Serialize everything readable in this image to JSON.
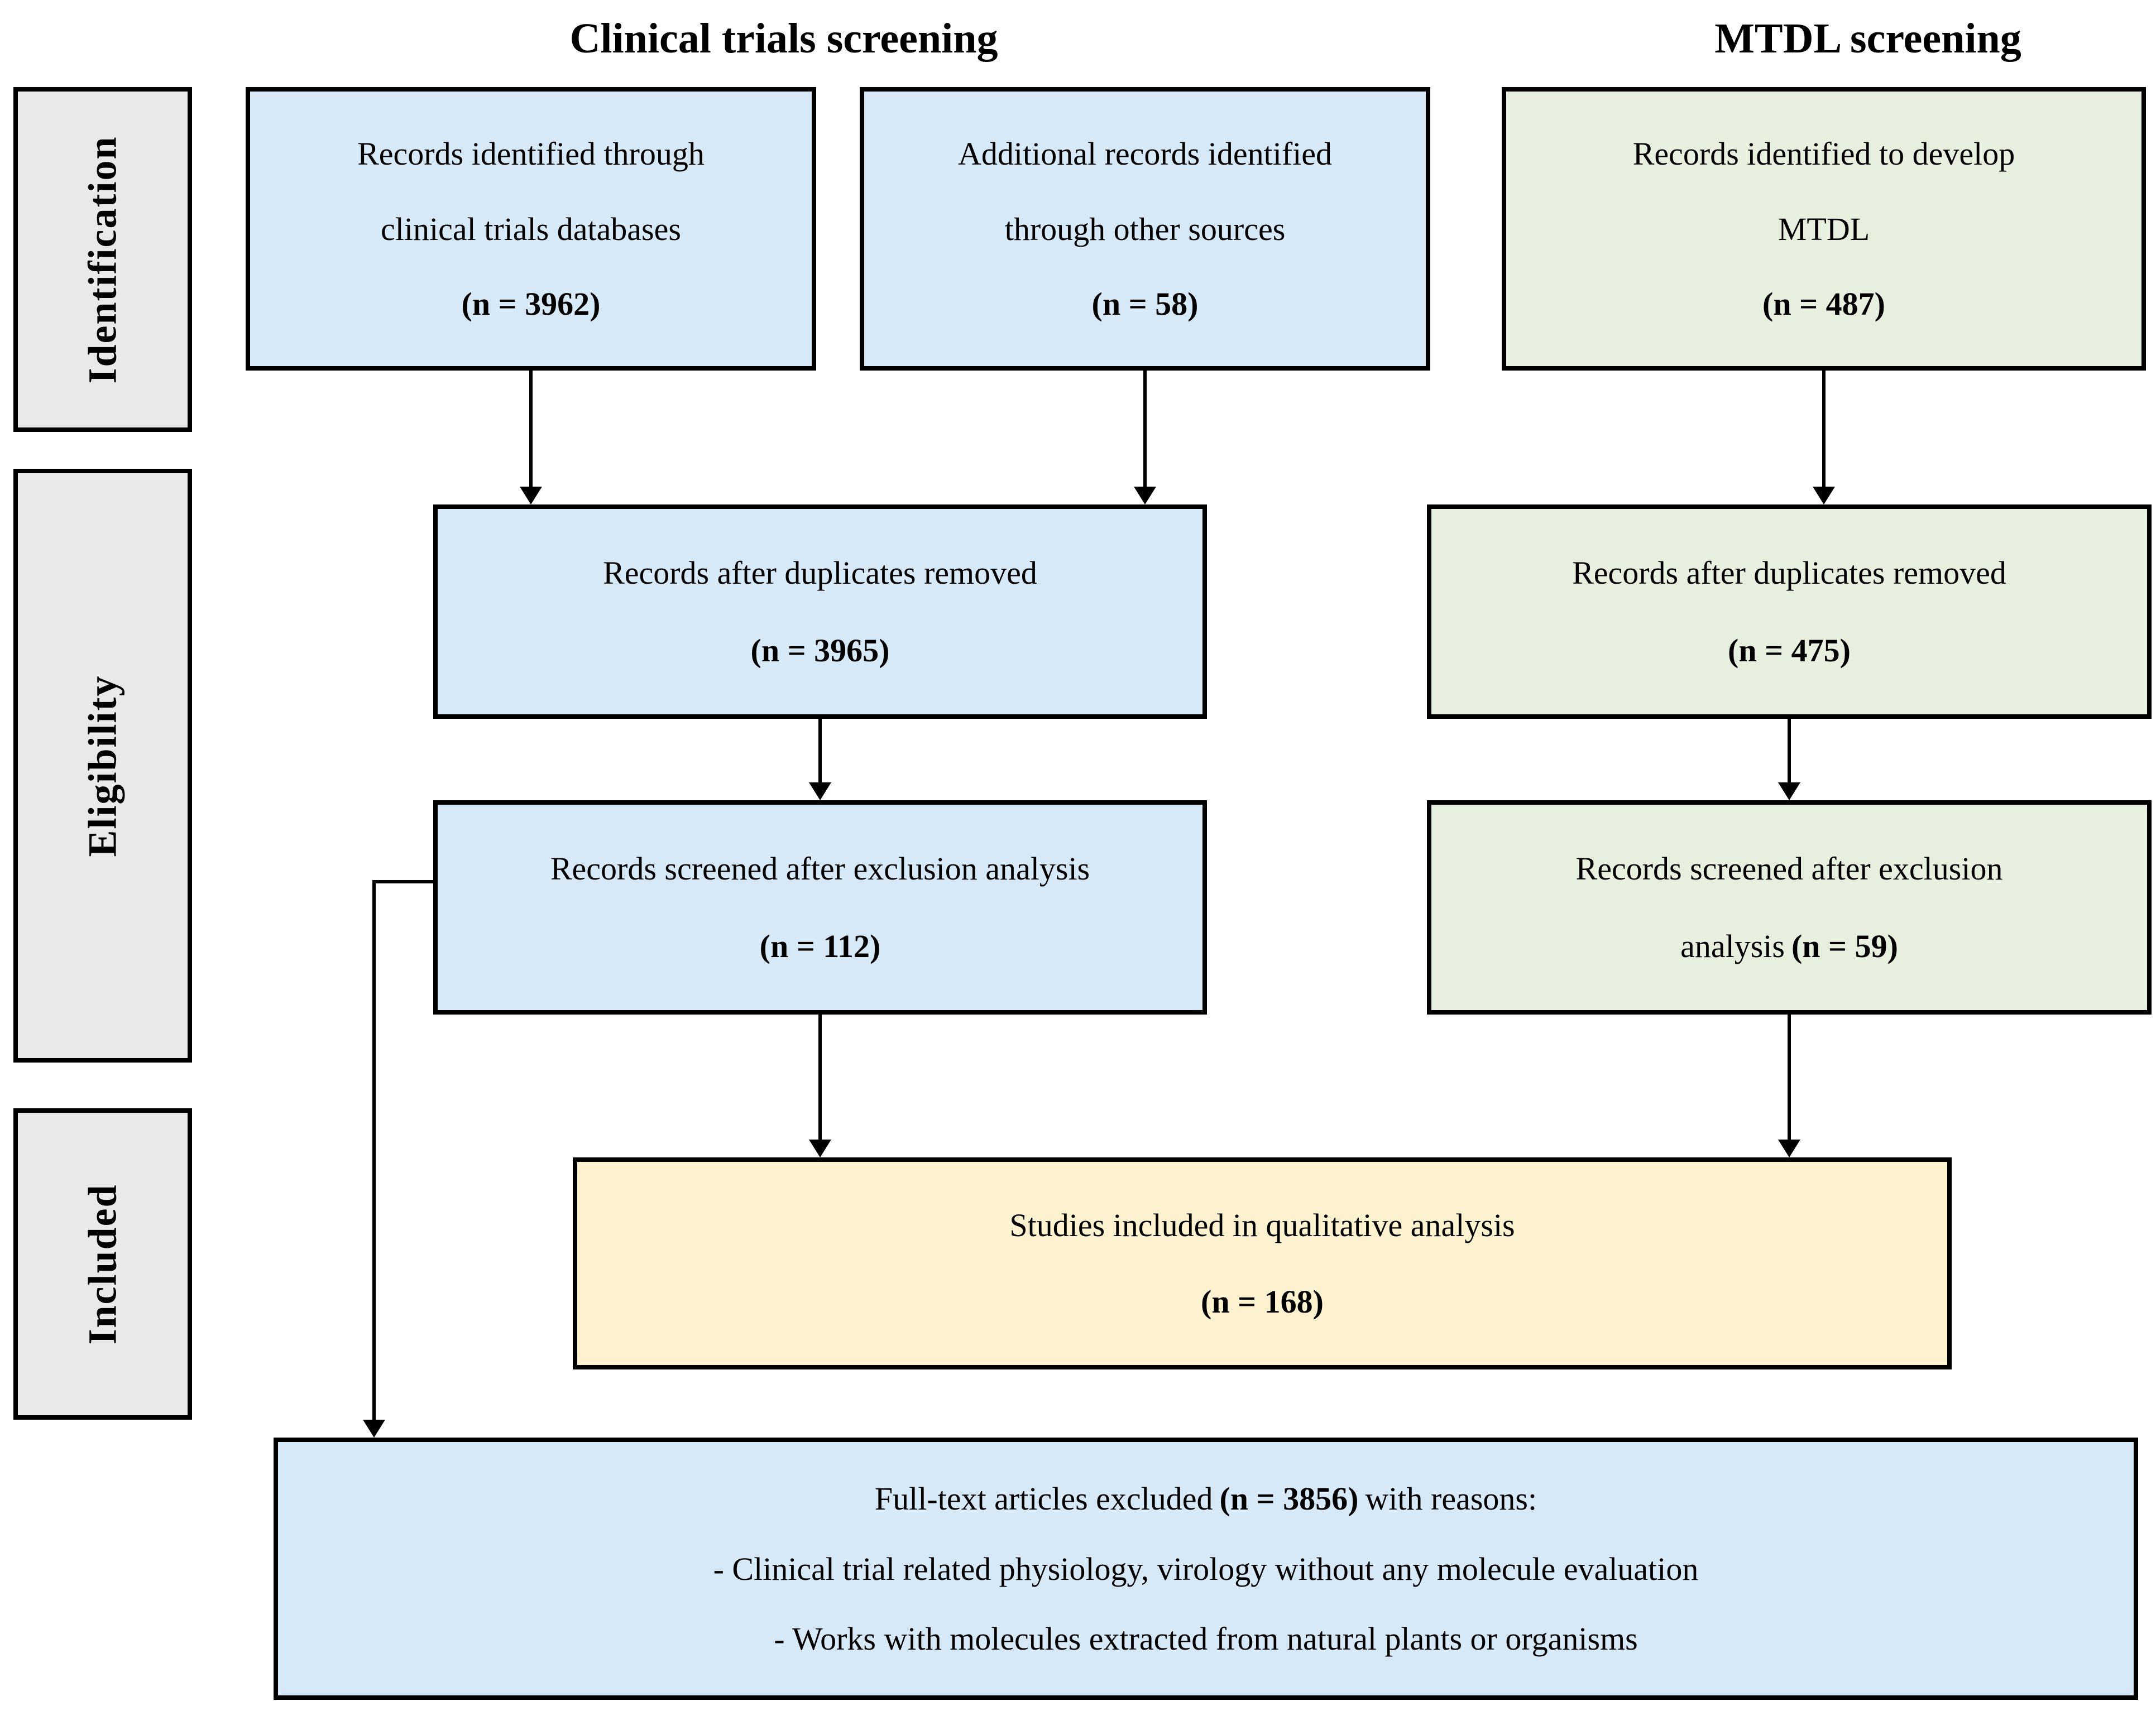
{
  "headers": {
    "clinical": "Clinical trials screening",
    "mtdl": "MTDL screening"
  },
  "sidebar": {
    "identification": "Identification",
    "eligibility": "Eligibility",
    "included": "Included"
  },
  "boxes": {
    "ct_identified": {
      "line1": "Records identified through",
      "line2": "clinical trials databases",
      "n": "(n = 3962)"
    },
    "ct_additional": {
      "line1": "Additional records identified",
      "line2": "through other sources",
      "n": "(n = 58)"
    },
    "mtdl_identified": {
      "line1": "Records identified to develop",
      "line2": "MTDL",
      "n": "(n = 487)"
    },
    "ct_duplicates": {
      "line1": "Records after duplicates removed",
      "n": "(n = 3965)"
    },
    "mtdl_duplicates": {
      "line1": "Records after duplicates removed",
      "n": "(n = 475)"
    },
    "ct_screened": {
      "line1": "Records screened after exclusion analysis",
      "n": "(n = 112)"
    },
    "mtdl_screened": {
      "line1": "Records screened after exclusion",
      "line2_prefix": "analysis",
      "n": "(n = 59)"
    },
    "included": {
      "line1": "Studies included in qualitative analysis",
      "n": "(n = 168)"
    },
    "excluded": {
      "line1_prefix": "Full-text articles excluded",
      "line1_n": "(n = 3856)",
      "line1_suffix": "with reasons:",
      "line2": "- Clinical trial related physiology, virology without any molecule evaluation",
      "line3": "- Works with molecules extracted from natural plants or organisms"
    }
  },
  "colors": {
    "clinical_box_fill": "#d7e8f6",
    "mtdl_box_fill": "#e7efde",
    "included_box_fill": "#fcf2cf",
    "phase_box_fill": "#e9e9e9",
    "border": "#000000"
  }
}
